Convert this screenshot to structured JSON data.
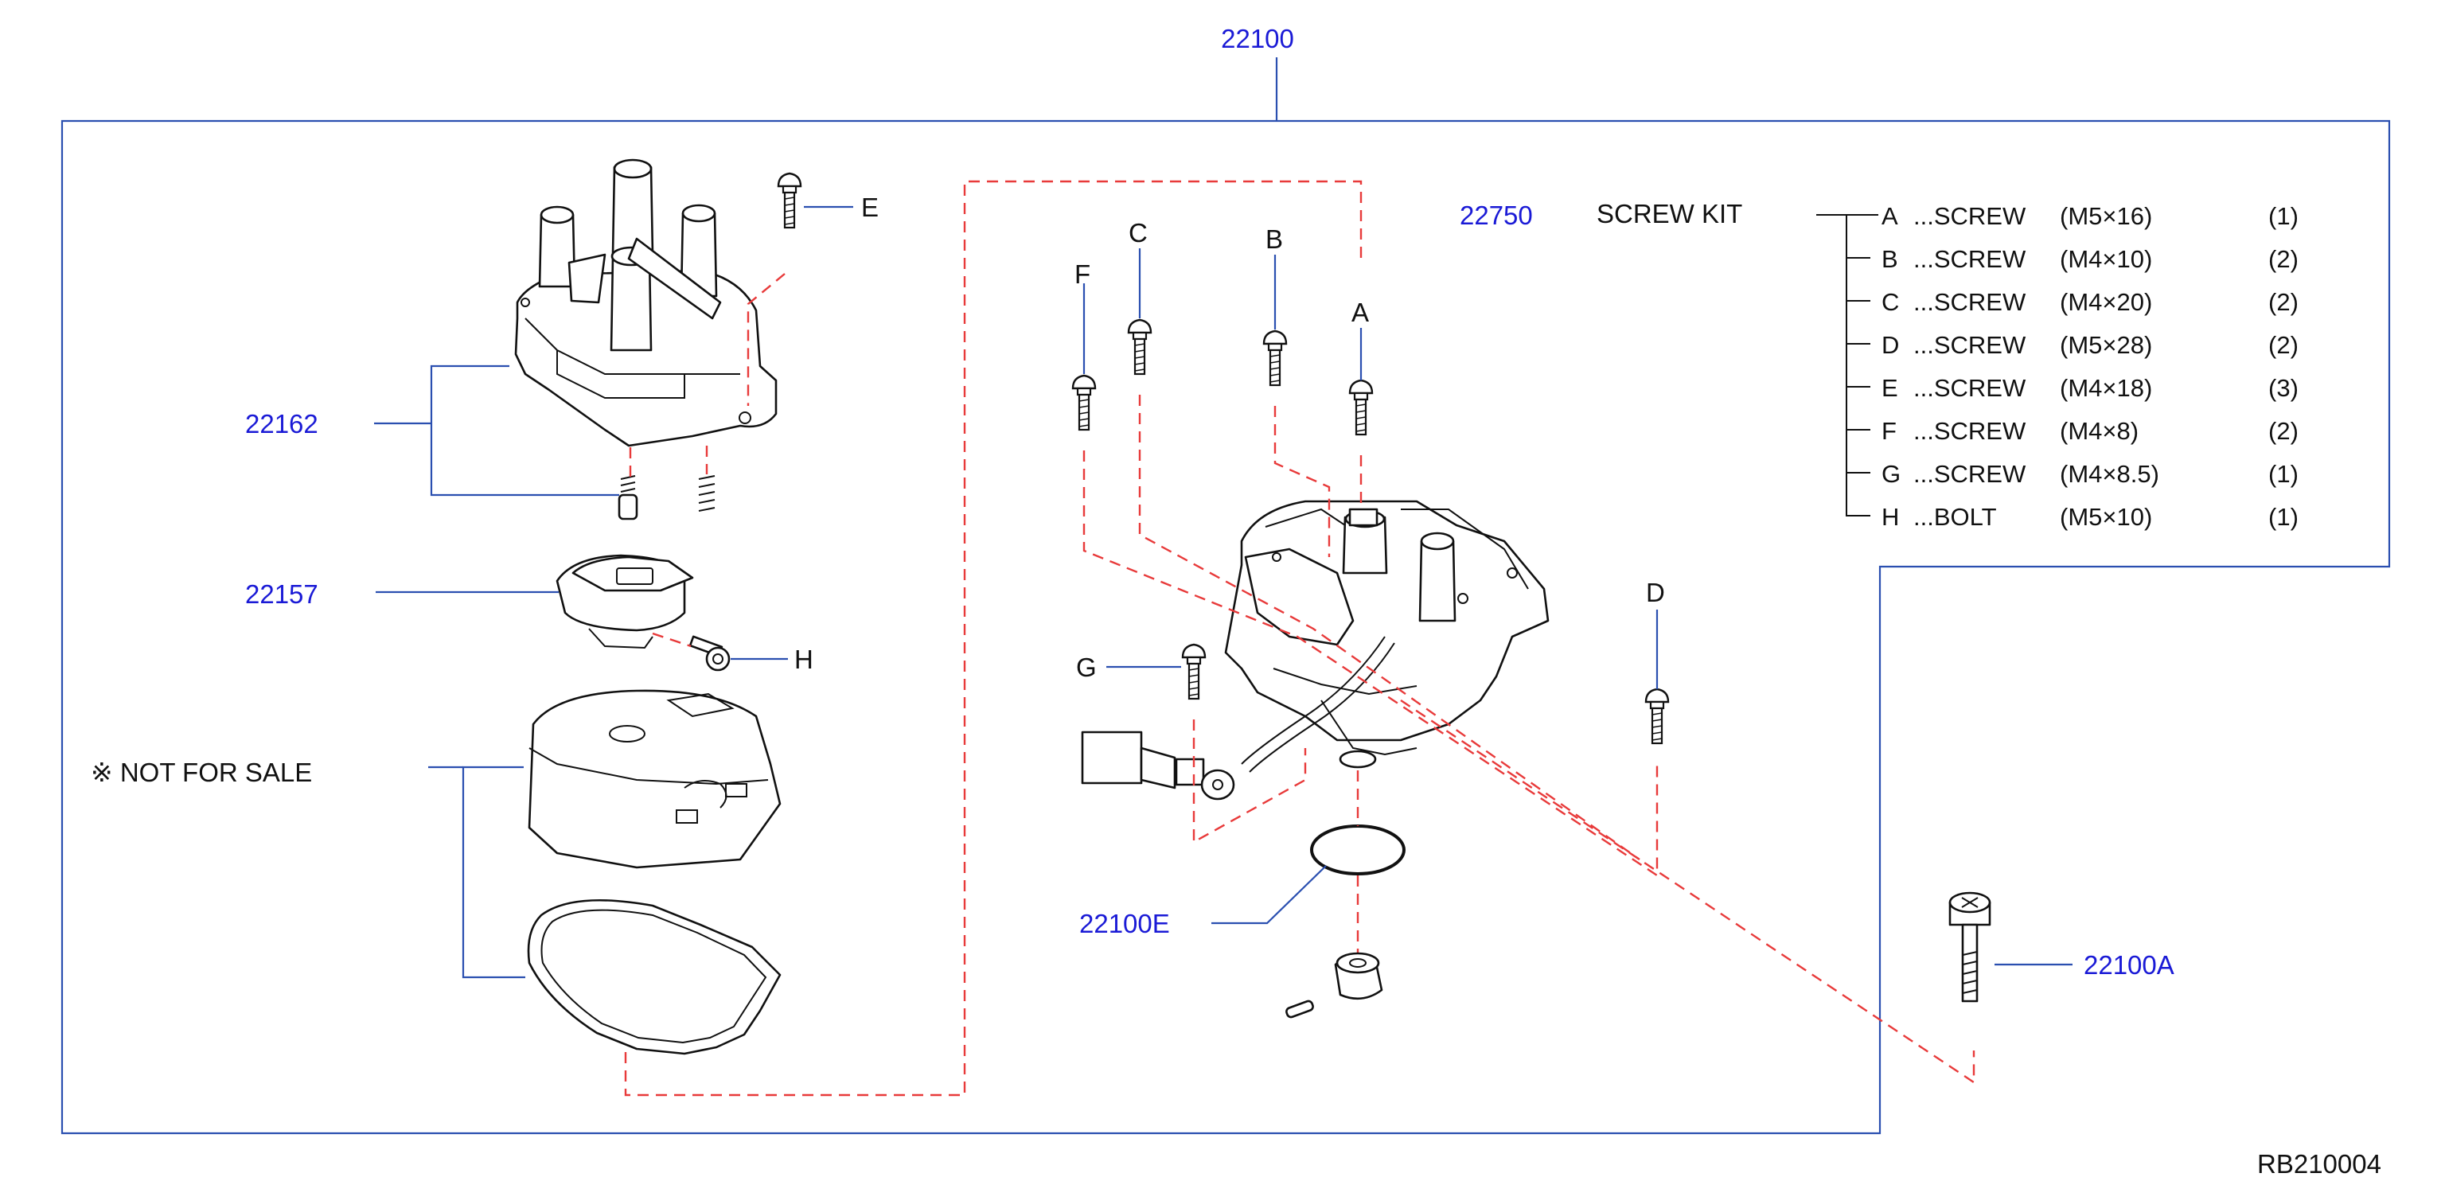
{
  "diagram": {
    "assembly_number": "22100",
    "parts": {
      "cap": "22162",
      "rotor": "22157",
      "oring": "22100E",
      "bolt": "22100A",
      "kit_number": "22750"
    },
    "not_for_sale": "※ NOT  FOR  SALE",
    "letters": {
      "A": "A",
      "B": "B",
      "C": "C",
      "D": "D",
      "E": "E",
      "F": "F",
      "G": "G",
      "H": "H"
    },
    "kit": {
      "name": "SCREW  KIT",
      "items": [
        {
          "letter": "A",
          "desc": "...SCREW",
          "spec": "(M5×16)",
          "qty": "(1)"
        },
        {
          "letter": "B",
          "desc": "...SCREW",
          "spec": "(M4×10)",
          "qty": "(2)"
        },
        {
          "letter": "C",
          "desc": "...SCREW",
          "spec": "(M4×20)",
          "qty": "(2)"
        },
        {
          "letter": "D",
          "desc": "...SCREW",
          "spec": "(M5×28)",
          "qty": "(2)"
        },
        {
          "letter": "E",
          "desc": "...SCREW",
          "spec": "(M4×18)",
          "qty": "(3)"
        },
        {
          "letter": "F",
          "desc": "...SCREW",
          "spec": "(M4×8)",
          "qty": "(2)"
        },
        {
          "letter": "G",
          "desc": "...SCREW",
          "spec": "(M4×8.5)",
          "qty": "(1)"
        },
        {
          "letter": "H",
          "desc": "...BOLT",
          "spec": "(M5×10)",
          "qty": "(1)"
        }
      ]
    },
    "drawing_code": "RB210004",
    "colors": {
      "part_number": "#1a1ad6",
      "frame": "#2a4fb0",
      "dashed_guide": "#e83a3a",
      "line_art": "#111111"
    }
  }
}
